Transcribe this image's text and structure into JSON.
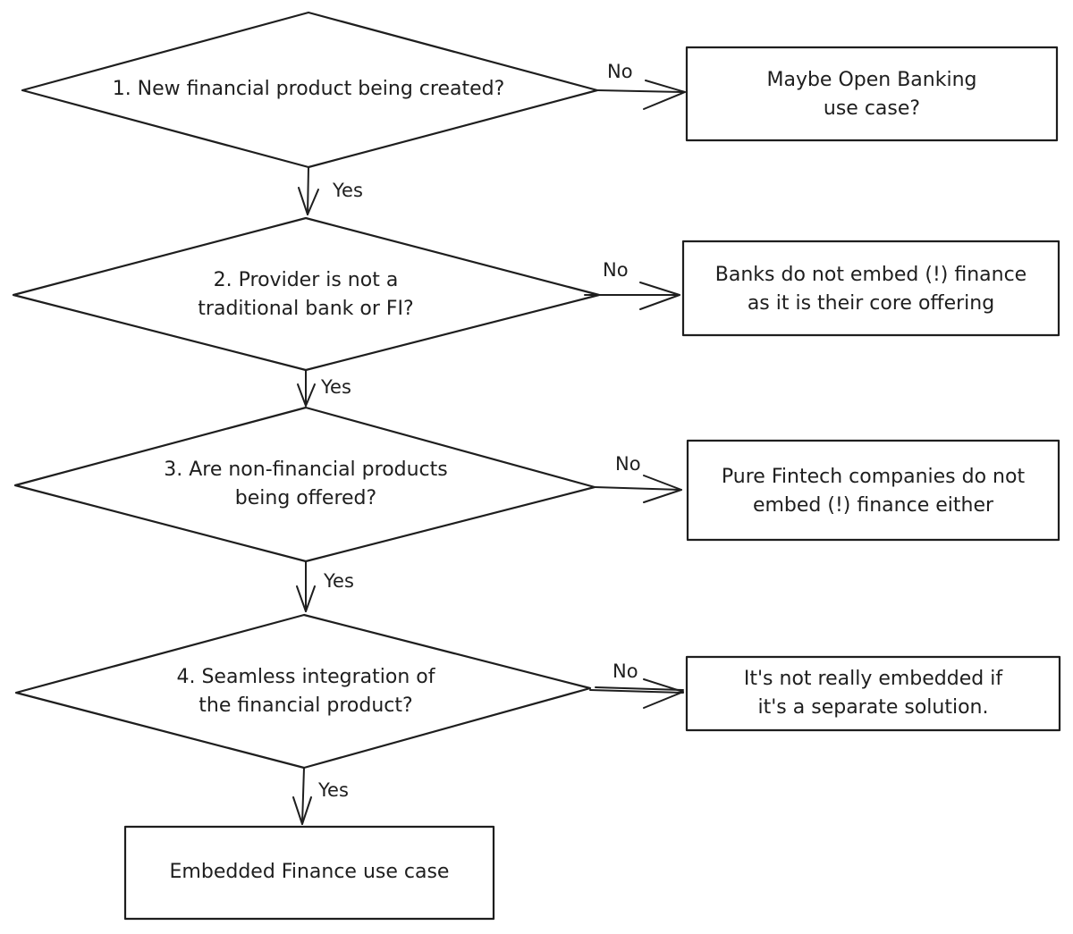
{
  "decisions": [
    {
      "text": "1. New financial product being created?"
    },
    {
      "text": "2. Provider is not a\ntraditional bank or FI?"
    },
    {
      "text": "3. Are non-financial products\nbeing offered?"
    },
    {
      "text": "4. Seamless integration of\nthe financial product?"
    }
  ],
  "outcomes": [
    {
      "text": "Maybe Open Banking\nuse case?"
    },
    {
      "text": "Banks do not embed (!) finance\nas it is their core offering"
    },
    {
      "text": "Pure Fintech companies do not\nembed (!) finance either"
    },
    {
      "text": "It's not really embedded if\nit's a separate solution."
    }
  ],
  "final": {
    "text": "Embedded Finance use case"
  },
  "edges": {
    "yes": "Yes",
    "no": "No"
  }
}
